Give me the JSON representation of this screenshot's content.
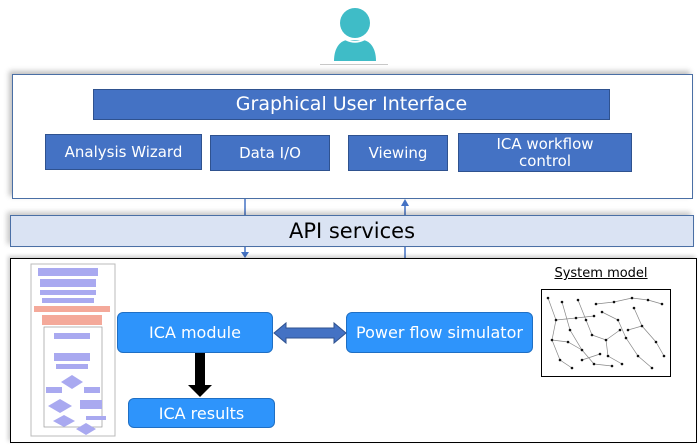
{
  "user": {
    "icon": "user-icon",
    "color": "#3fbcc7"
  },
  "gui_layer": {
    "title": "Graphical User Interface",
    "modules": [
      {
        "label": "Analysis Wizard"
      },
      {
        "label": "Data I/O"
      },
      {
        "label": "Viewing"
      },
      {
        "label": "ICA workflow control"
      }
    ],
    "box_color": "#4472c4",
    "border_color": "#4a6fa5"
  },
  "api_layer": {
    "label": "API services",
    "fill_color": "#dae3f3"
  },
  "backend": {
    "ica_module": "ICA module",
    "power_flow": "Power flow simulator",
    "ica_results": "ICA results",
    "system_model_label": "System model",
    "box_color": "#2e94fb",
    "flowchart_icon": "flowchart-thumbnail-icon",
    "network_icon": "network-graph-icon"
  }
}
